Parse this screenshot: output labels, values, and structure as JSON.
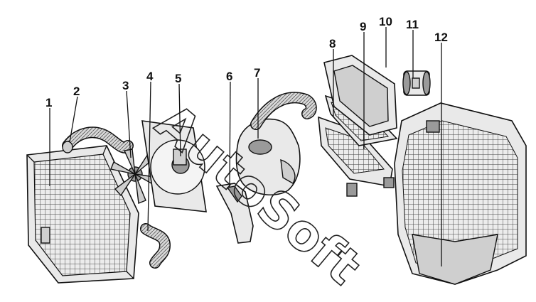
{
  "watermark": {
    "text": "AutoSoft"
  },
  "callouts": [
    {
      "id": "1",
      "label": "1"
    },
    {
      "id": "2",
      "label": "2"
    },
    {
      "id": "3",
      "label": "3"
    },
    {
      "id": "4",
      "label": "4"
    },
    {
      "id": "5",
      "label": "5"
    },
    {
      "id": "6",
      "label": "6"
    },
    {
      "id": "7",
      "label": "7"
    },
    {
      "id": "8",
      "label": "8"
    },
    {
      "id": "9",
      "label": "9"
    },
    {
      "id": "10",
      "label": "10"
    },
    {
      "id": "11",
      "label": "11"
    },
    {
      "id": "12",
      "label": "12"
    }
  ]
}
